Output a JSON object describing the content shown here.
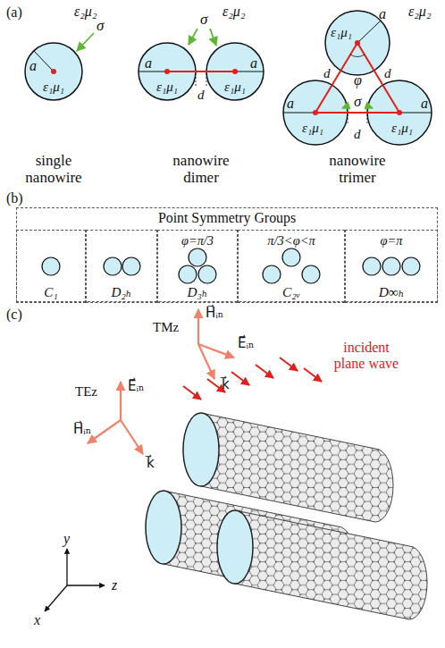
{
  "diagram": {
    "nodes": [
      {
        "text": [
          "Point Symmetry Groups"
        ]
      },
      {
        "text": [
          "C₁"
        ],
        "in": 0
      },
      {
        "text": [
          "D₂ₕ"
        ],
        "in": 0
      },
      {
        "text": [
          "φ=π/3",
          "D₃ₕ"
        ],
        "in": 0
      },
      {
        "text": [
          "π/3<φ<π",
          "C₂ᵥ"
        ],
        "in": 0
      },
      {
        "text": [
          "φ=π",
          "D∞ₕ"
        ],
        "in": 0
      }
    ],
    "edges": [],
    "labels": [
      "(a)",
      "ε₂μ₂",
      "σ",
      "a",
      "ε₁μ₁",
      "single nanowire",
      "ε₂μ₂",
      "σ",
      "a",
      "ε₁μ₁",
      "a",
      "ε₁μ₁",
      "d",
      "nanowire dimer",
      "ε₂μ₂",
      "a",
      "ε₁μ₁",
      "φ",
      "d",
      "d",
      "σ",
      "a",
      "ε₁μ₁",
      "a",
      "ε₁μ₁",
      "d",
      "nanowire trimer",
      "(b)",
      "(c)",
      "TEz",
      "E⃗ᵢₙ",
      "H⃗ᵢₙ",
      "k⃗",
      "TMz",
      "H⃗ᵢₙ",
      "E⃗ᵢₙ",
      "k⃗",
      "incident plane wave",
      "y",
      "z",
      "x"
    ]
  }
}
